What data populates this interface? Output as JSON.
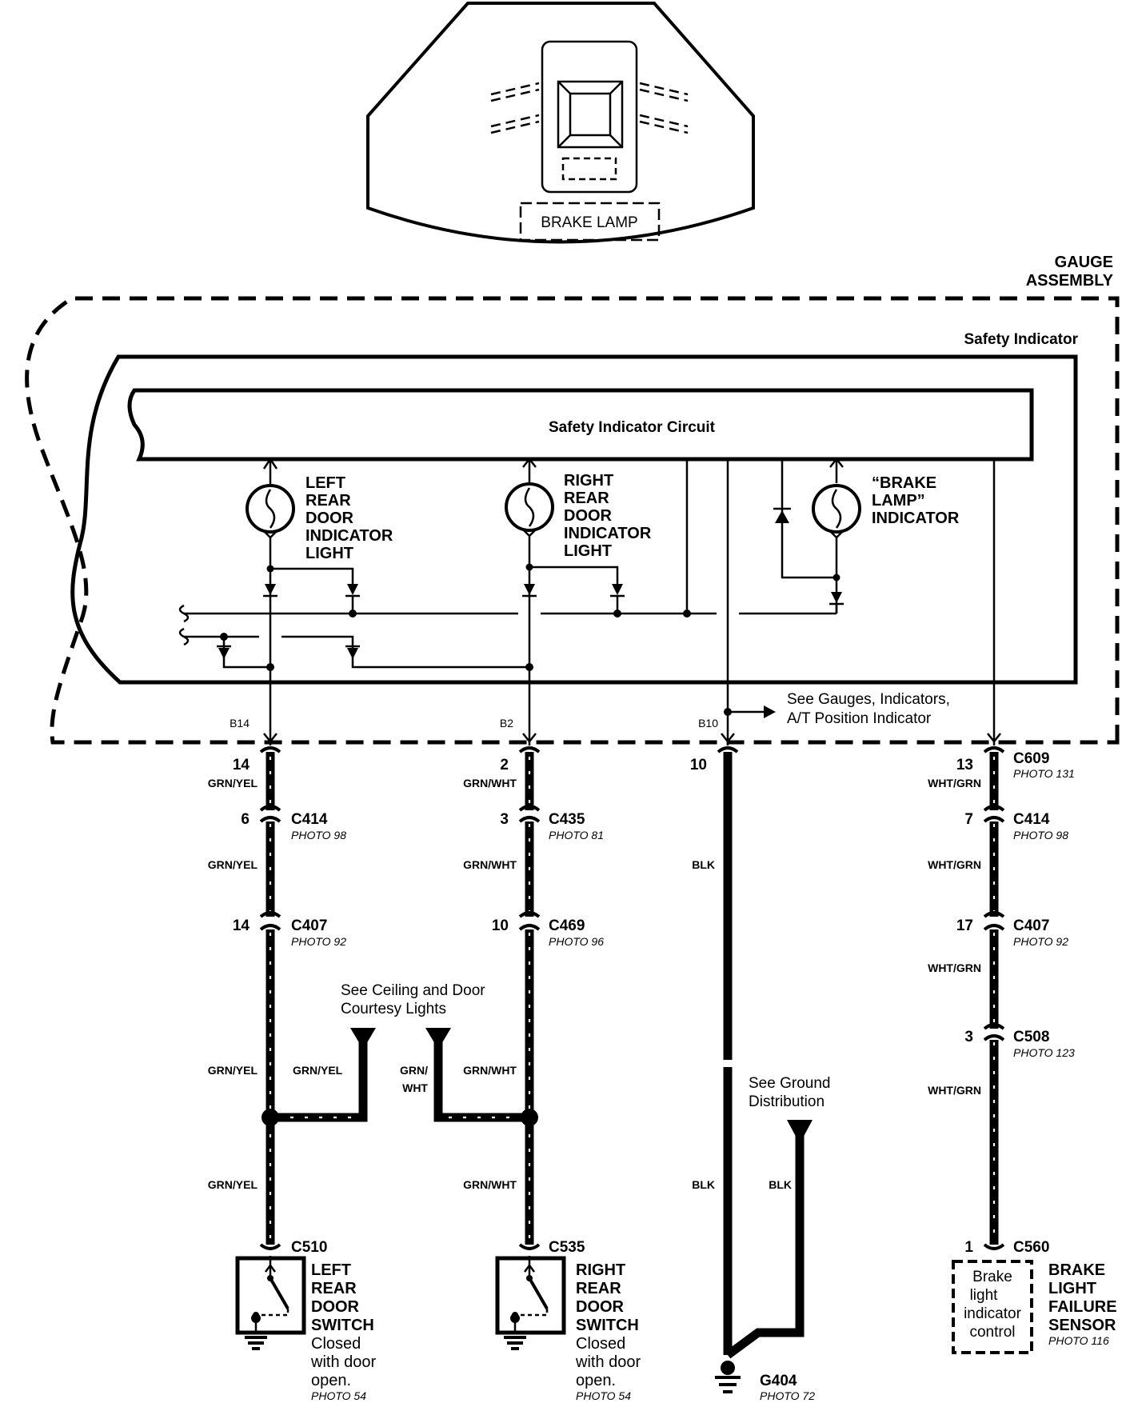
{
  "cluster": {
    "label": "BRAKE LAMP"
  },
  "gauge_assembly": {
    "line1": "GAUGE",
    "line2": "ASSEMBLY"
  },
  "safety_indicator": {
    "title": "Safety Indicator",
    "circuit": "Safety Indicator Circuit"
  },
  "indicators": {
    "left": [
      "LEFT",
      "REAR",
      "DOOR",
      "INDICATOR",
      "LIGHT"
    ],
    "right": [
      "RIGHT",
      "REAR",
      "DOOR",
      "INDICATOR",
      "LIGHT"
    ],
    "brake": [
      "“BRAKE",
      "LAMP”",
      "INDICATOR"
    ]
  },
  "gauge_note": [
    "See Gauges, Indicators,",
    "A/T Position Indicator"
  ],
  "terminals": {
    "left": "B14",
    "mid": "B2",
    "ground": "B10"
  },
  "wires": {
    "left": {
      "pins": [
        "14",
        "6",
        "14"
      ],
      "color": "GRN/YEL",
      "connectors": [
        {
          "name": "C414",
          "photo": "PHOTO 98"
        },
        {
          "name": "C407",
          "photo": "PHOTO 92"
        }
      ],
      "end_connector": {
        "name": "C510"
      }
    },
    "mid": {
      "pins": [
        "2",
        "3",
        "10"
      ],
      "color": "GRN/WHT",
      "connectors": [
        {
          "name": "C435",
          "photo": "PHOTO 81"
        },
        {
          "name": "C469",
          "photo": "PHOTO 96"
        }
      ],
      "end_connector": {
        "name": "C535"
      }
    },
    "ground": {
      "pin": "10",
      "color": "BLK"
    },
    "brake": {
      "pins": [
        "13",
        "7",
        "17",
        "3",
        "1"
      ],
      "color": "WHT/GRN",
      "connectors": [
        {
          "name": "C609",
          "photo": "PHOTO 131"
        },
        {
          "name": "C414",
          "photo": "PHOTO 98"
        },
        {
          "name": "C407",
          "photo": "PHOTO 92"
        },
        {
          "name": "C508",
          "photo": "PHOTO 123"
        },
        {
          "name": "C560"
        }
      ]
    }
  },
  "courtesy_note": [
    "See Ceiling and Door",
    "Courtesy Lights"
  ],
  "branch_colors": {
    "left": "GRN/YEL",
    "mid_line1": "GRN/",
    "mid_line2": "WHT"
  },
  "ground_note": [
    "See Ground",
    "Distribution"
  ],
  "ground": {
    "name": "G404",
    "photo": "PHOTO 72"
  },
  "switches": {
    "left": {
      "name": [
        "LEFT",
        "REAR",
        "DOOR",
        "SWITCH"
      ],
      "desc": [
        "Closed",
        "with door",
        "open."
      ],
      "photo": "PHOTO 54"
    },
    "right": {
      "name": [
        "RIGHT",
        "REAR",
        "DOOR",
        "SWITCH"
      ],
      "desc": [
        "Closed",
        "with door",
        "open."
      ],
      "photo": "PHOTO 54"
    }
  },
  "sensor": {
    "inner": [
      "Brake",
      "light",
      "indicator",
      "control"
    ],
    "name": [
      "BRAKE",
      "LIGHT",
      "FAILURE",
      "SENSOR"
    ],
    "photo": "PHOTO 116"
  }
}
